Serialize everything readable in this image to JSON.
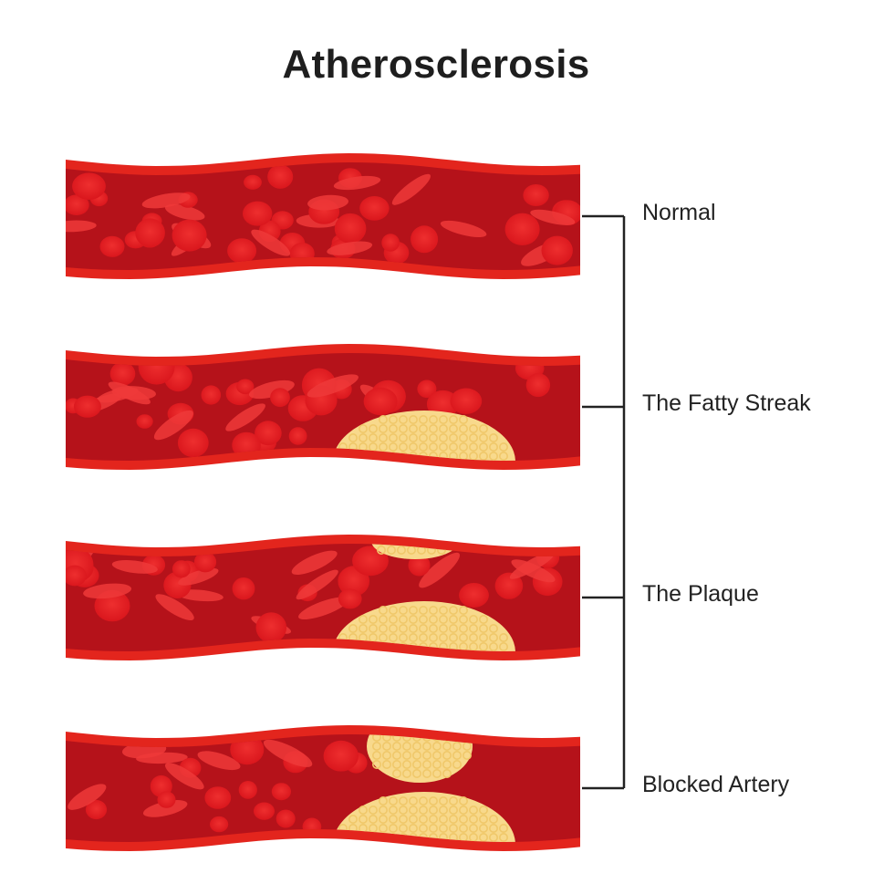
{
  "title": "Atherosclerosis",
  "stages": [
    {
      "label": "Normal",
      "fat": "none"
    },
    {
      "label": "The Fatty Streak",
      "fat": "streak"
    },
    {
      "label": "The Plaque",
      "fat": "plaque"
    },
    {
      "label": "Blocked Artery",
      "fat": "blocked"
    }
  ],
  "colors": {
    "vessel_wall": "#e3251d",
    "vessel_lumen": "#b5121a",
    "blood_cell": "#e21b23",
    "blood_cell_light": "#ef3a3a",
    "fat_fill": "#f8d98c",
    "fat_bubble": "#f0c86a",
    "bracket": "#222222",
    "title": "#1e1e1e"
  }
}
